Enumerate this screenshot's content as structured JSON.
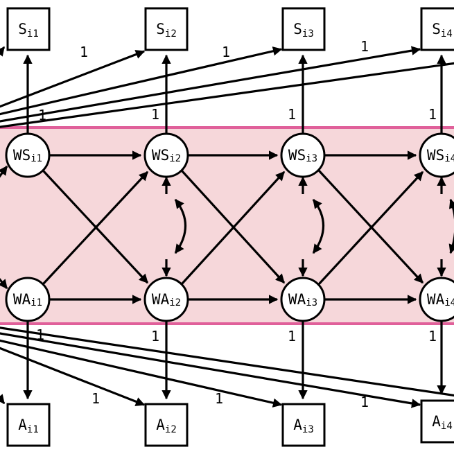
{
  "nodes": {
    "S": [
      {
        "main": "S",
        "sub": "i1"
      },
      {
        "main": "S",
        "sub": "i2"
      },
      {
        "main": "S",
        "sub": "i3"
      },
      {
        "main": "S",
        "sub": "i4"
      }
    ],
    "WS": [
      {
        "main": "WS",
        "sub": "i1"
      },
      {
        "main": "WS",
        "sub": "i2"
      },
      {
        "main": "WS",
        "sub": "i3"
      },
      {
        "main": "WS",
        "sub": "i4"
      }
    ],
    "WA": [
      {
        "main": "WA",
        "sub": "i1"
      },
      {
        "main": "WA",
        "sub": "i2"
      },
      {
        "main": "WA",
        "sub": "i3"
      },
      {
        "main": "WA",
        "sub": "i4"
      }
    ],
    "A": [
      {
        "main": "A",
        "sub": "i1"
      },
      {
        "main": "A",
        "sub": "i2"
      },
      {
        "main": "A",
        "sub": "i3"
      },
      {
        "main": "A",
        "sub": "i4"
      }
    ]
  },
  "weights": {
    "top_vertical": [
      "1",
      "1",
      "1",
      "1"
    ],
    "top_diagonal": [
      "1",
      "1",
      "1"
    ],
    "bottom_vertical": [
      "1",
      "1",
      "1",
      "1"
    ],
    "bottom_diagonal": [
      "1",
      "1",
      "1"
    ]
  }
}
